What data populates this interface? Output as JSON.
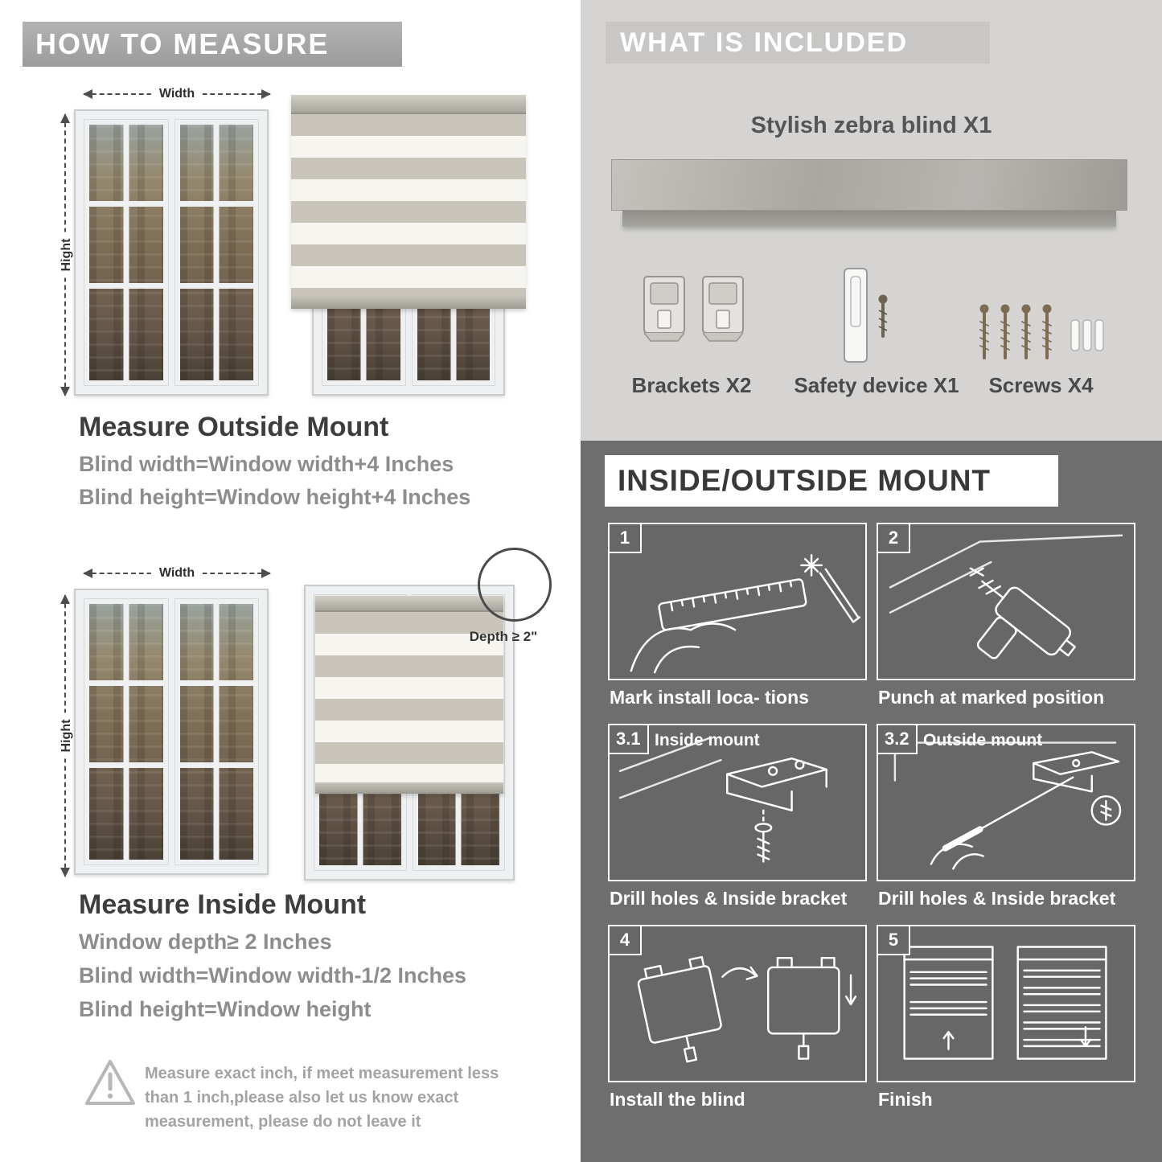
{
  "measure": {
    "header": "HOW TO MEASURE",
    "width_label": "Width",
    "height_label": "Hight",
    "outside": {
      "title": "Measure Outside Mount",
      "line1": "Blind width=Window width+4 Inches",
      "line2": "Blind height=Window height+4 Inches"
    },
    "inside": {
      "title": "Measure Inside Mount",
      "depth_label": "Depth ≥ 2\"",
      "line1": "Window depth≥ 2 Inches",
      "line2": "Blind width=Window width-1/2 Inches",
      "line3": "Blind height=Window height"
    },
    "warning_text": "Measure exact inch, if meet measurement less than 1 inch,please also let us know exact measurement, please do not leave it"
  },
  "included": {
    "header": "WHAT IS INCLUDED",
    "product_label": "Stylish zebra blind X1",
    "brackets_label": "Brackets X2",
    "safety_label": "Safety device X1",
    "screws_label": "Screws X4"
  },
  "mount": {
    "header": "INSIDE/OUTSIDE MOUNT",
    "steps": [
      {
        "num": "1",
        "title": "",
        "caption": "Mark install loca- tions"
      },
      {
        "num": "2",
        "title": "",
        "caption": "Punch at marked position"
      },
      {
        "num": "3.1",
        "title": "Inside mount",
        "caption": "Drill holes & Inside bracket"
      },
      {
        "num": "3.2",
        "title": "Outside mount",
        "caption": "Drill holes & Inside bracket"
      },
      {
        "num": "4",
        "title": "",
        "caption": "Install the blind"
      },
      {
        "num": "5",
        "title": "",
        "caption": "Finish"
      }
    ]
  },
  "colors": {
    "banner_gray": "#a6a6a6",
    "light_panel_bg": "#d5d4d2",
    "dark_panel_bg": "#6e6e6e",
    "heading_text": "#3d3d3d",
    "body_text": "#8d8d8d"
  }
}
